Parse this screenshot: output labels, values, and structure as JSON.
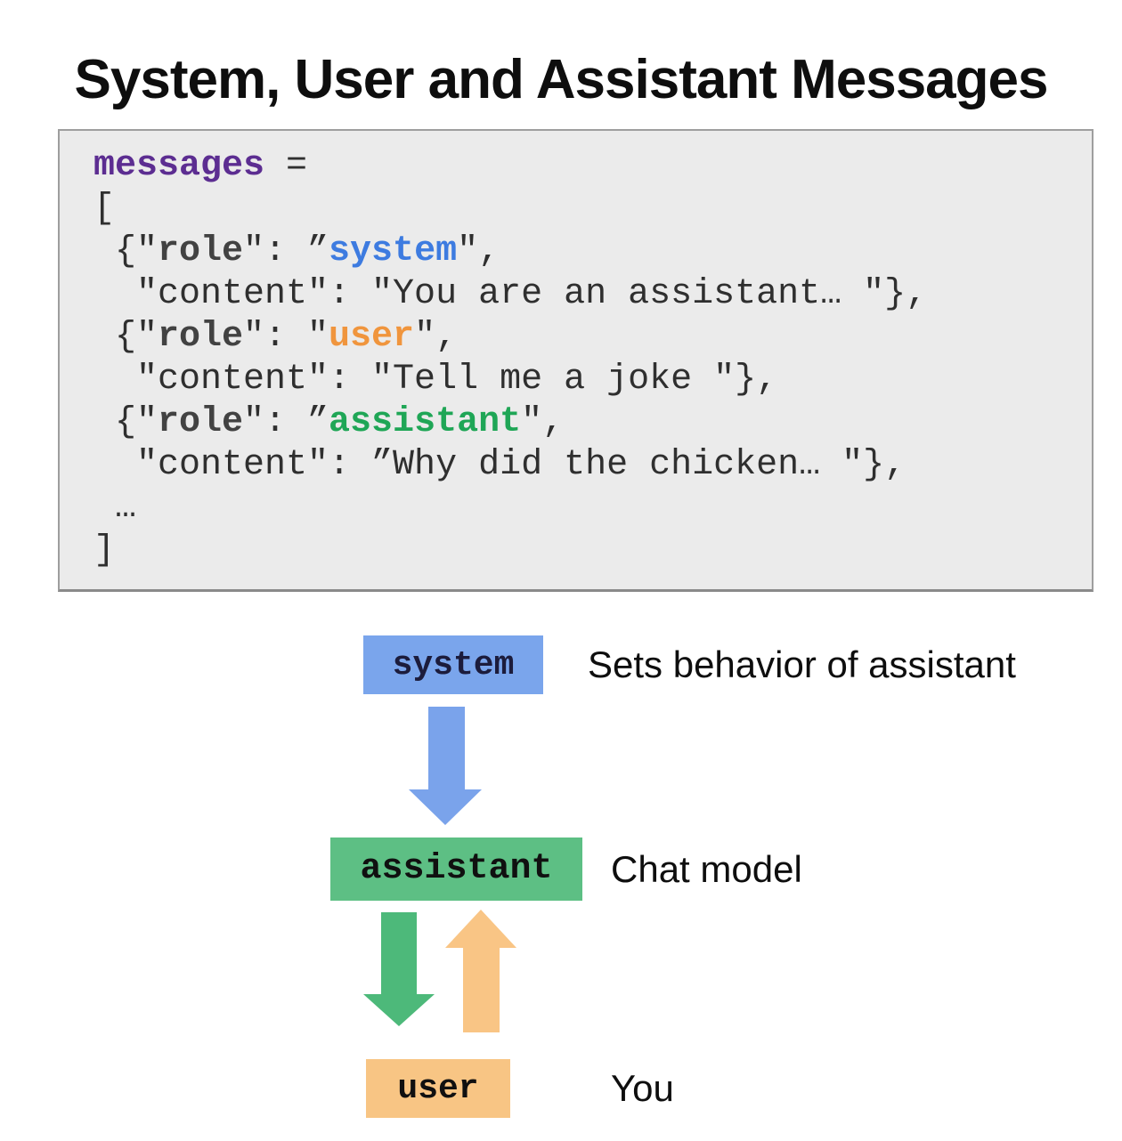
{
  "title": "System, User and Assistant Messages",
  "code_block": {
    "lines": [
      {
        "segments": [
          {
            "text": "messages",
            "style": "purple-bold"
          },
          {
            "text": " ="
          }
        ]
      },
      {
        "segments": [
          {
            "text": "["
          }
        ]
      },
      {
        "segments": [
          {
            "text": " {\""
          },
          {
            "text": "role",
            "style": "key-bold"
          },
          {
            "text": "\": ”"
          },
          {
            "text": "system",
            "style": "blue-bold"
          },
          {
            "text": "\","
          }
        ]
      },
      {
        "segments": [
          {
            "text": "  \"content\": \"You are an assistant… \"},"
          }
        ]
      },
      {
        "segments": [
          {
            "text": " {\""
          },
          {
            "text": "role",
            "style": "key-bold"
          },
          {
            "text": "\": \""
          },
          {
            "text": "user",
            "style": "orange-bold"
          },
          {
            "text": "\","
          }
        ]
      },
      {
        "segments": [
          {
            "text": "  \"content\": \"Tell me a joke \"},"
          }
        ]
      },
      {
        "segments": [
          {
            "text": " {\""
          },
          {
            "text": "role",
            "style": "key-bold"
          },
          {
            "text": "\": ”"
          },
          {
            "text": "assistant",
            "style": "green-bold"
          },
          {
            "text": "\","
          }
        ]
      },
      {
        "segments": [
          {
            "text": "  \"content\": ”Why did the chicken… \"},"
          }
        ]
      },
      {
        "segments": [
          {
            "text": " …"
          }
        ]
      },
      {
        "segments": [
          {
            "text": "]"
          }
        ]
      }
    ]
  },
  "diagram": {
    "nodes": [
      {
        "id": "system",
        "label": "system",
        "fill": "#7aa5ec",
        "annotation": "Sets behavior of assistant"
      },
      {
        "id": "assistant",
        "label": "assistant",
        "fill": "#5dbf84",
        "annotation": "Chat model"
      },
      {
        "id": "user",
        "label": "user",
        "fill": "#f8c584",
        "annotation": "You"
      }
    ],
    "arrows": [
      {
        "id": "system-to-assistant",
        "direction": "down",
        "color": "#7aa3eb"
      },
      {
        "id": "assistant-to-user",
        "direction": "down",
        "color": "#4db97a"
      },
      {
        "id": "user-to-assistant",
        "direction": "up",
        "color": "#f9c585"
      }
    ]
  },
  "code_colors": {
    "keyword_purple": "#5c2d91",
    "system_blue": "#3d7be0",
    "user_orange": "#f0953d",
    "assistant_green": "#1fa656",
    "panel_background": "#ebebeb",
    "panel_border": "#9e9e9e"
  }
}
